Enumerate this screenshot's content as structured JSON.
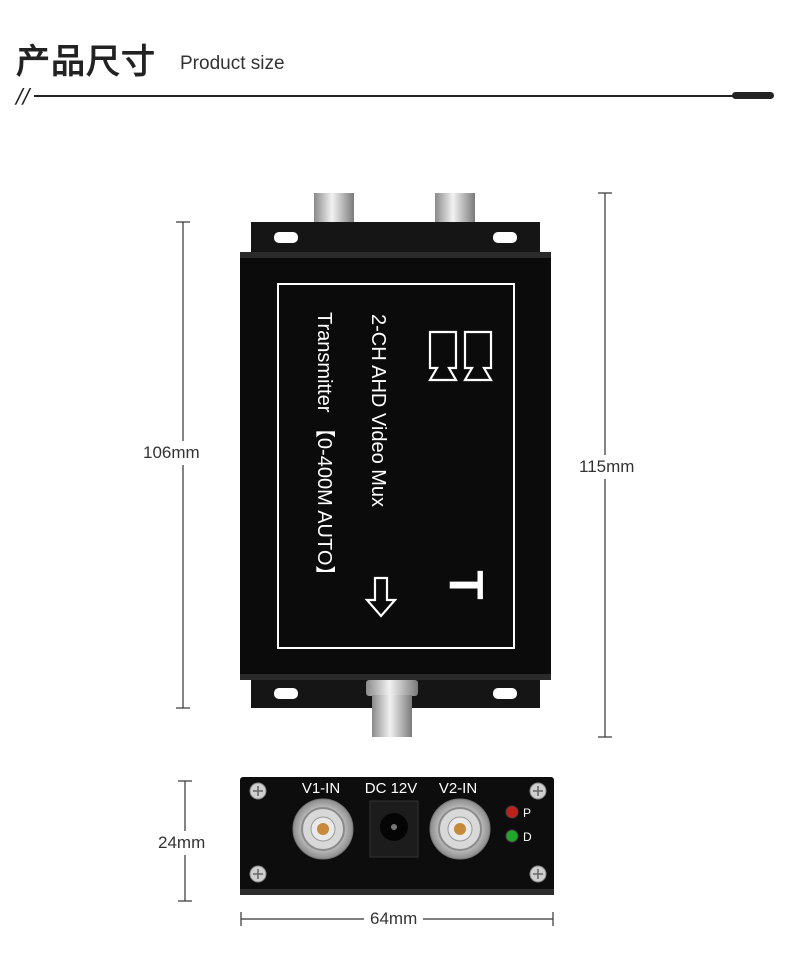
{
  "header": {
    "title_cn": "产品尺寸",
    "title_en": "Product size",
    "slashes": "//"
  },
  "device_top": {
    "label_line1": "2-CH AHD Video Mux",
    "label_line2": "Transmitter 【0-400M AUTO】",
    "mode_letter": "T"
  },
  "device_front": {
    "port_v1": "V1-IN",
    "port_dc": "DC 12V",
    "port_v2": "V2-IN",
    "led_p": "P",
    "led_d": "D",
    "colors": {
      "led_p": "#c0201a",
      "led_d": "#1fa82a"
    }
  },
  "dimensions": {
    "height_body": "106mm",
    "height_total": "115mm",
    "depth": "24mm",
    "width": "64mm"
  }
}
